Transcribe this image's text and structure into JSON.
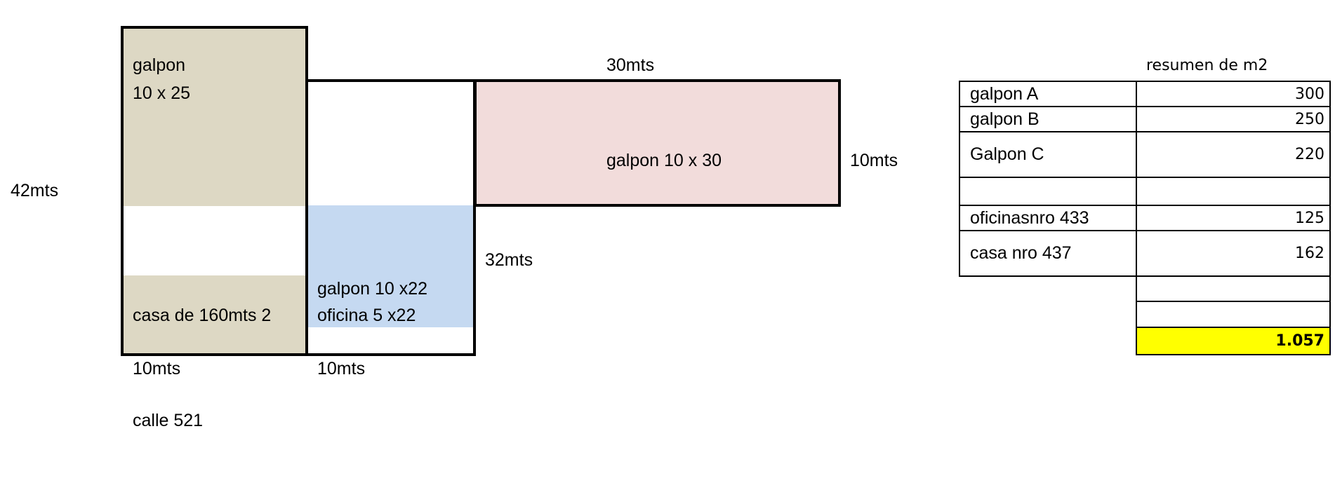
{
  "plan": {
    "galpon_a": {
      "line1": "galpon",
      "line2": "10 x 25",
      "color": "#ddd8c4"
    },
    "casa": {
      "label": "casa de 160mts 2",
      "color": "#ddd8c4"
    },
    "galpon_b": {
      "line1": "galpon 10 x22",
      "line2": "oficina 5 x22",
      "color": "#c5d9f1"
    },
    "galpon_c": {
      "label": "galpon 10 x 30",
      "color": "#f2dcdb"
    },
    "dimensions": {
      "total_height": "42mts",
      "galpon_c_width": "30mts",
      "galpon_c_height": "10mts",
      "middle_height": "32mts",
      "width_left": "10mts",
      "width_middle": "10mts"
    },
    "street": "calle 521"
  },
  "summary": {
    "title": "resumen de m2",
    "rows": [
      {
        "name": "galpon A",
        "value": "300"
      },
      {
        "name": "galpon B",
        "value": "250"
      },
      {
        "name": "Galpon C",
        "value": "220"
      },
      {
        "name": "",
        "value": ""
      },
      {
        "name": "oficinasnro  433",
        "value": "125"
      },
      {
        "name": "casa nro 437",
        "value": "162"
      },
      {
        "name": "",
        "value": ""
      },
      {
        "name": "",
        "value": ""
      }
    ],
    "total": "1.057",
    "total_color": "#ffff00"
  }
}
